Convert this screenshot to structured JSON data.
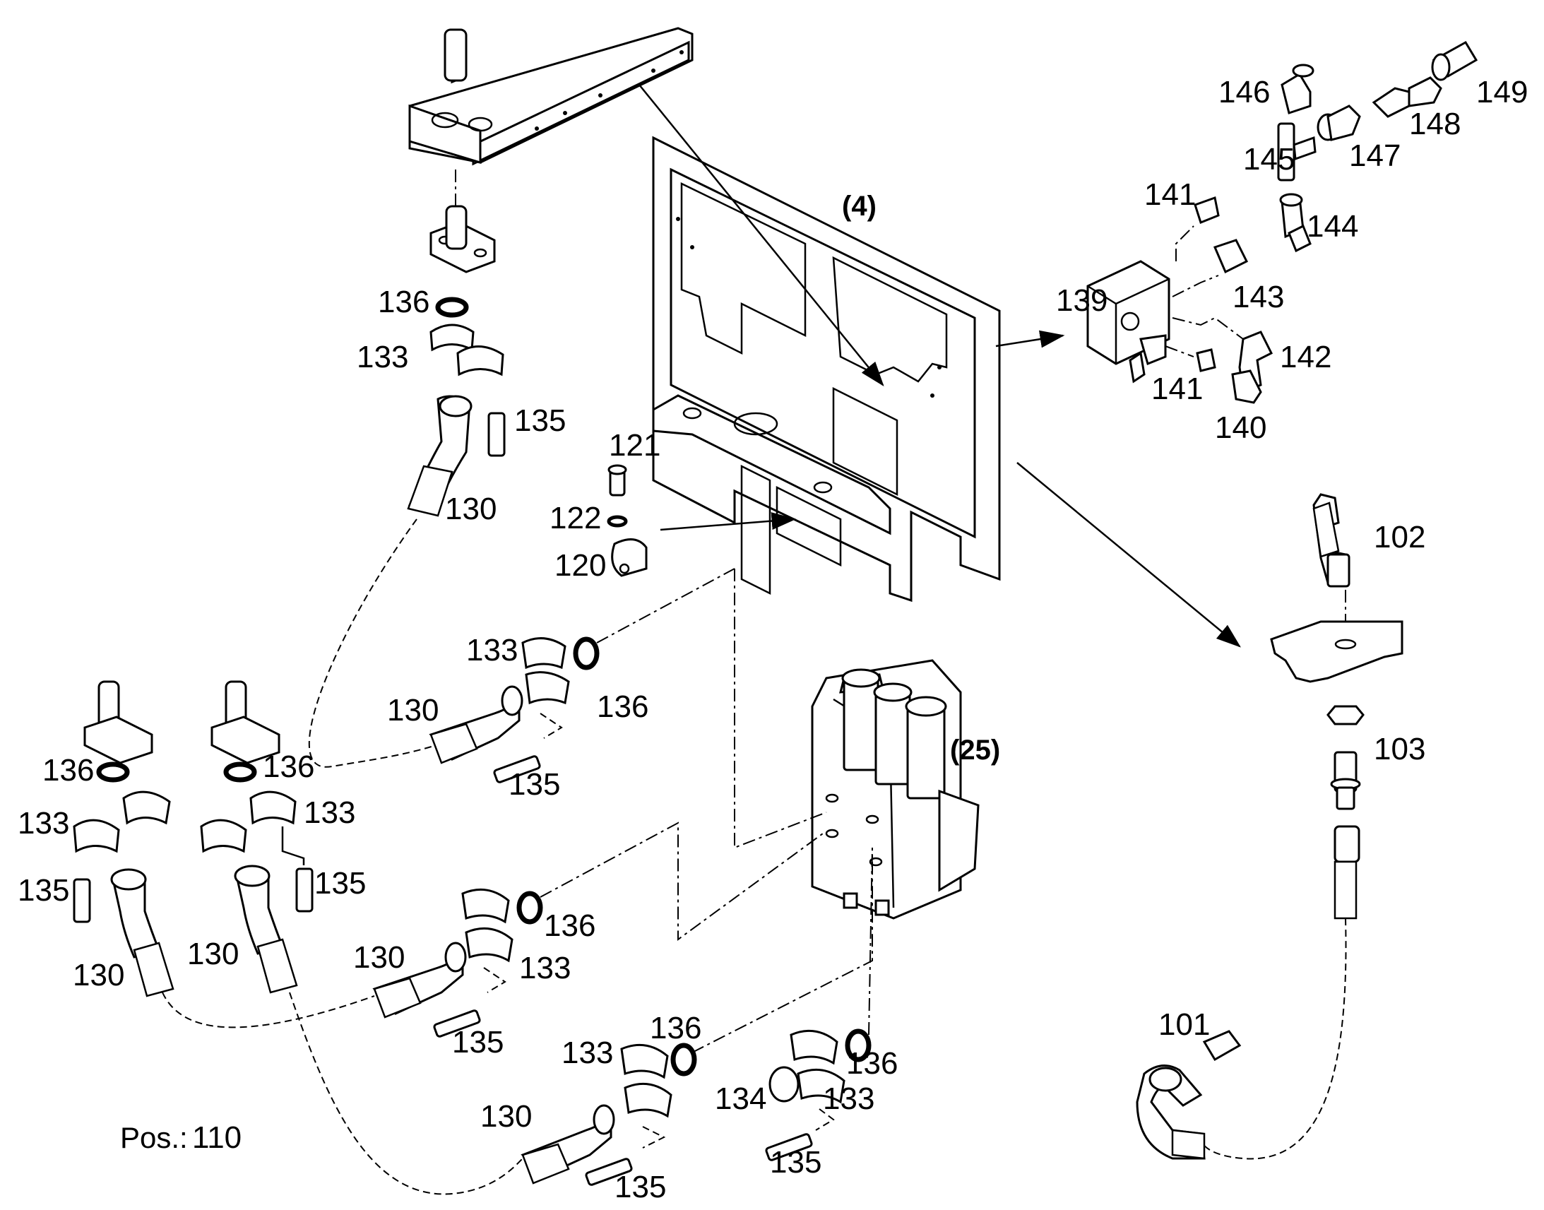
{
  "assembly_labels": {
    "frame": "(4)",
    "valve_block": "(25)"
  },
  "position_note": {
    "prefix": "Pos.:",
    "value": "110"
  },
  "part_labels": {
    "p101": "101",
    "p102": "102",
    "p103": "103",
    "p120": "120",
    "p121": "121",
    "p122": "122",
    "p130": "130",
    "p133": "133",
    "p134": "134",
    "p135": "135",
    "p136": "136",
    "p139": "139",
    "p140": "140",
    "p141": "141",
    "p142": "142",
    "p143": "143",
    "p144": "144",
    "p145": "145",
    "p146": "146",
    "p147": "147",
    "p148": "148",
    "p149": "149"
  },
  "colors": {
    "line": "#000000",
    "background": "#ffffff"
  }
}
